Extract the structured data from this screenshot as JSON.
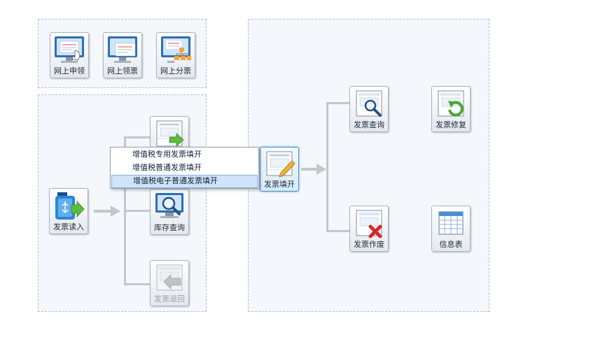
{
  "online": {
    "apply": "网上申领",
    "receive": "网上领票",
    "distribute": "网上分票"
  },
  "left": {
    "read": "发票读入",
    "stock_query": "库存查询",
    "return": "发票退回"
  },
  "center": {
    "fill": "发票填开"
  },
  "fill_menu": {
    "items": [
      "增值税专用发票填开",
      "增值税普通发票填开",
      "增值税电子普通发票填开"
    ],
    "highlighted_index": 2
  },
  "right": {
    "query": "发票查询",
    "repair": "发票修复",
    "void": "发票作废",
    "info": "信息表"
  },
  "colors": {
    "panel_bg": "#f4f8fc",
    "connector": "#c3c7cc",
    "highlight": "#cfe4fa"
  }
}
